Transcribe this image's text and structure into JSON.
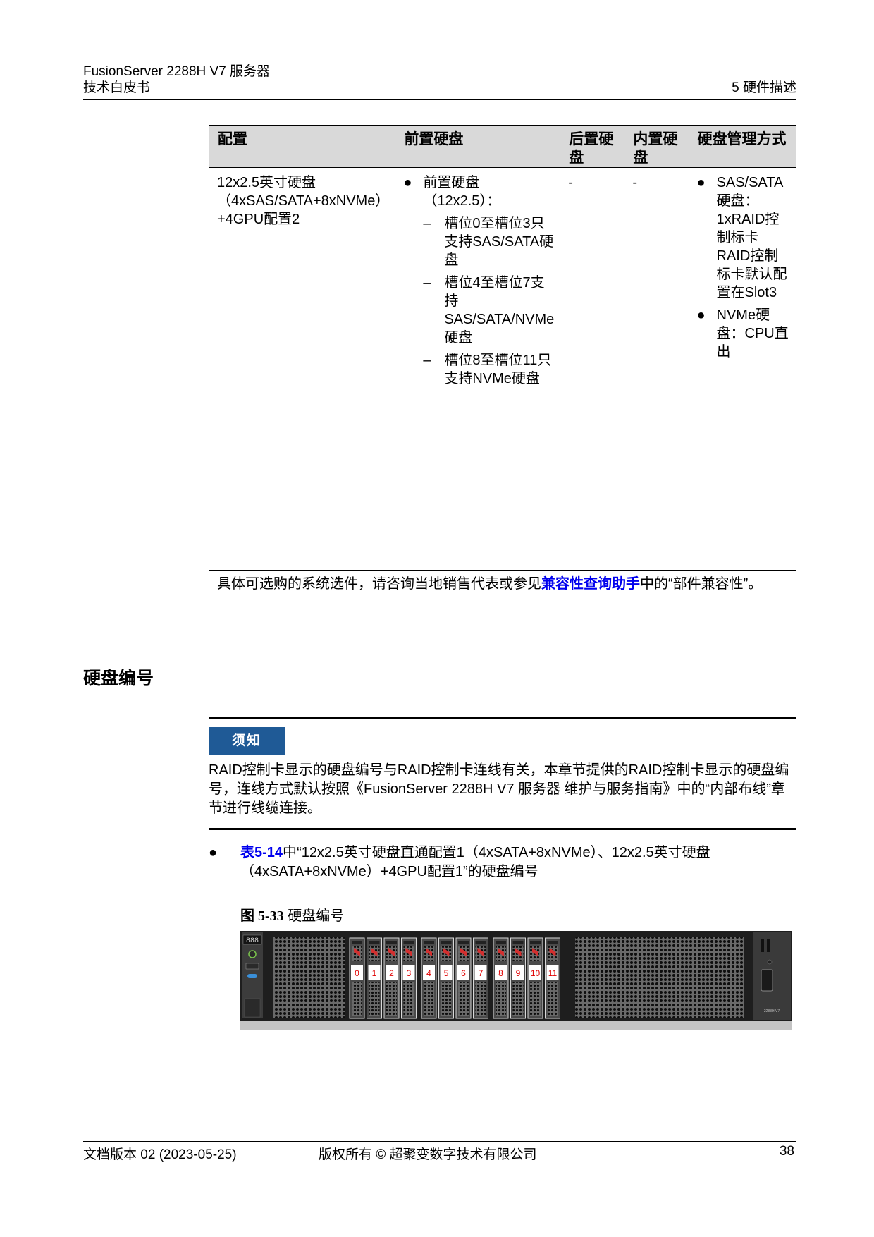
{
  "header": {
    "product": "FusionServer 2288H V7 服务器",
    "doc_type": "技术白皮书",
    "chapter": "5 硬件描述"
  },
  "table": {
    "columns": [
      "配置",
      "前置硬盘",
      "后置硬盘",
      "内置硬盘",
      "硬盘管理方式"
    ],
    "row": {
      "config": "12x2.5英寸硬盘（4xSAS/SATA+8xNVMe）+4GPU配置2",
      "front_title": "前置硬盘（12x2.5）：",
      "front_items": [
        "槽位0至槽位3只支持SAS/SATA硬盘",
        "槽位4至槽位7支持SAS/SATA/NVMe硬盘",
        "槽位8至槽位11只支持NVMe硬盘"
      ],
      "rear": "-",
      "internal": "-",
      "mgmt_items": [
        "SAS/SATA硬盘：1xRAID控制标卡RAID控制标卡默认配置在Slot3",
        "NVMe硬盘：CPU直出"
      ]
    },
    "note_before": "具体可选购的系统选件，请咨询当地销售代表或参见",
    "note_link": "兼容性查询助手",
    "note_after": "中的“部件兼容性”。"
  },
  "section_title": "硬盘编号",
  "notice": {
    "tag": "须知",
    "text": "RAID控制卡显示的硬盘编号与RAID控制卡连线有关，本章节提供的RAID控制卡显示的硬盘编号，连线方式默认按照《FusionServer 2288H V7 服务器 维护与服务指南》中的“内部布线”章节进行线缆连接。"
  },
  "bullet": {
    "link": "表5-14",
    "text": "中“12x2.5英寸硬盘直通配置1（4xSATA+8xNVMe）、12x2.5英寸硬盘（4xSATA+8xNVMe）+4GPU配置1”的硬盘编号"
  },
  "figure": {
    "label": "图 5-33",
    "title": "硬盘编号",
    "lcd": "888",
    "model_label": "2288H V7",
    "slot_numbers": [
      "0",
      "1",
      "2",
      "3",
      "4",
      "5",
      "6",
      "7",
      "8",
      "9",
      "10",
      "11"
    ]
  },
  "footer": {
    "version": "文档版本 02 (2023-05-25)",
    "copyright": "版权所有 © 超聚变数字技术有限公司",
    "page": "38"
  }
}
